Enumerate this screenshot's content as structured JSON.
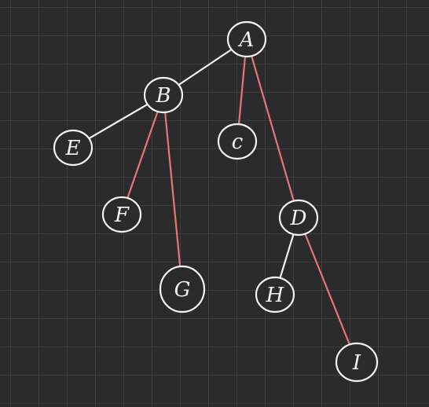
{
  "colors": {
    "background": "#2b2b2b",
    "grid": "#3d3d3d",
    "node_stroke": "#f2f2f2",
    "edge_white": "#f2f2f2",
    "edge_red": "#e8737e"
  },
  "tree": {
    "nodes": [
      {
        "id": "A",
        "label": "A"
      },
      {
        "id": "B",
        "label": "B"
      },
      {
        "id": "C",
        "label": "c"
      },
      {
        "id": "D",
        "label": "D"
      },
      {
        "id": "E",
        "label": "E"
      },
      {
        "id": "F",
        "label": "F"
      },
      {
        "id": "G",
        "label": "G"
      },
      {
        "id": "H",
        "label": "H"
      },
      {
        "id": "I",
        "label": "I"
      }
    ],
    "edges": [
      {
        "from": "A",
        "to": "B",
        "color": "white"
      },
      {
        "from": "A",
        "to": "C",
        "color": "red"
      },
      {
        "from": "A",
        "to": "D",
        "color": "red"
      },
      {
        "from": "B",
        "to": "E",
        "color": "white"
      },
      {
        "from": "B",
        "to": "F",
        "color": "red"
      },
      {
        "from": "B",
        "to": "G",
        "color": "red"
      },
      {
        "from": "D",
        "to": "H",
        "color": "white"
      },
      {
        "from": "D",
        "to": "I",
        "color": "red"
      }
    ]
  }
}
